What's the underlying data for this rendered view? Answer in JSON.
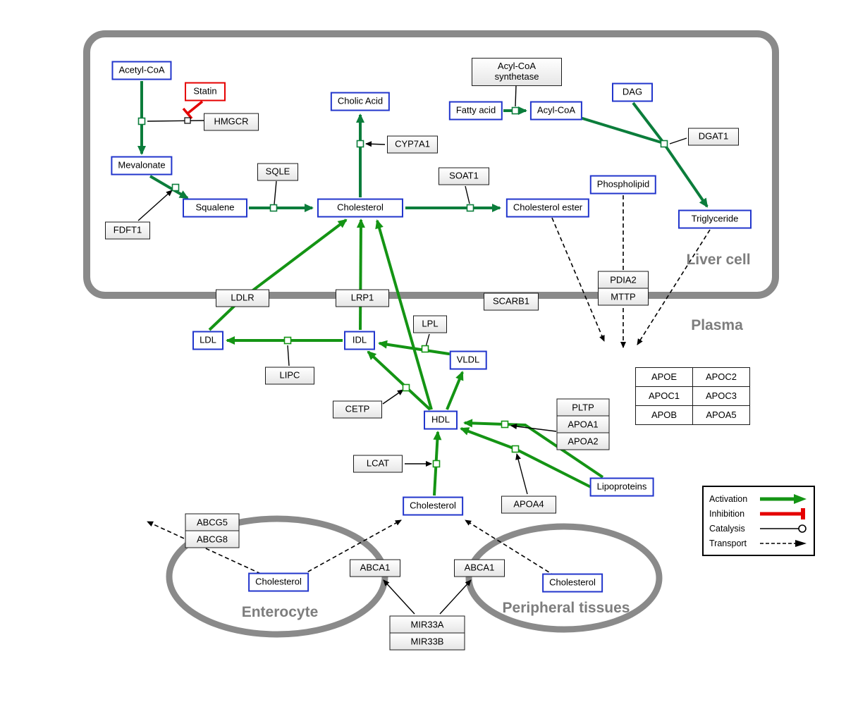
{
  "regions": {
    "liver": {
      "label": "Liver cell"
    },
    "plasma": {
      "label": "Plasma"
    },
    "enterocyte": {
      "label": "Enterocyte"
    },
    "peripheral": {
      "label": "Peripheral tissues"
    }
  },
  "nodes": {
    "acetyl_coa": {
      "label": "Acetyl-CoA"
    },
    "statin": {
      "label": "Statin"
    },
    "hmgcr": {
      "label": "HMGCR"
    },
    "mevalonate": {
      "label": "Mevalonate"
    },
    "fdft1": {
      "label": "FDFT1"
    },
    "squalene": {
      "label": "Squalene"
    },
    "sqle": {
      "label": "SQLE"
    },
    "cholesterol_liver": {
      "label": "Cholesterol"
    },
    "cholic_acid": {
      "label": "Cholic Acid"
    },
    "cyp7a1": {
      "label": "CYP7A1"
    },
    "soat1": {
      "label": "SOAT1"
    },
    "cholesterol_ester": {
      "label": "Cholesterol ester"
    },
    "fatty_acid": {
      "label": "Fatty acid"
    },
    "acyl_coa_synthetase": {
      "line1": "Acyl-CoA",
      "line2": "synthetase"
    },
    "acyl_coa": {
      "label": "Acyl-CoA"
    },
    "dag": {
      "label": "DAG"
    },
    "dgat1": {
      "label": "DGAT1"
    },
    "phospholipid": {
      "label": "Phospholipid"
    },
    "triglyceride": {
      "label": "Triglyceride"
    },
    "ldlr": {
      "label": "LDLR"
    },
    "lrp1": {
      "label": "LRP1"
    },
    "scarb1": {
      "label": "SCARB1"
    },
    "pdia2": {
      "label": "PDIA2"
    },
    "mttp": {
      "label": "MTTP"
    },
    "ldl": {
      "label": "LDL"
    },
    "idl": {
      "label": "IDL"
    },
    "lipc": {
      "label": "LIPC"
    },
    "lpl": {
      "label": "LPL"
    },
    "vldl": {
      "label": "VLDL"
    },
    "cetp": {
      "label": "CETP"
    },
    "hdl": {
      "label": "HDL"
    },
    "pltp": {
      "label": "PLTP"
    },
    "apoa1": {
      "label": "APOA1"
    },
    "apoa2": {
      "label": "APOA2"
    },
    "lcat": {
      "label": "LCAT"
    },
    "apoa4": {
      "label": "APOA4"
    },
    "lipoproteins": {
      "label": "Lipoproteins"
    },
    "cholesterol_plasma": {
      "label": "Cholesterol"
    },
    "abcg5": {
      "label": "ABCG5"
    },
    "abcg8": {
      "label": "ABCG8"
    },
    "cholesterol_enterocyte": {
      "label": "Cholesterol"
    },
    "abca1_enterocyte": {
      "label": "ABCA1"
    },
    "abca1_peripheral": {
      "label": "ABCA1"
    },
    "cholesterol_peripheral": {
      "label": "Cholesterol"
    },
    "mir33a": {
      "label": "MIR33A"
    },
    "mir33b": {
      "label": "MIR33B"
    }
  },
  "apo_table": {
    "rows": [
      [
        "APOE",
        "APOC2"
      ],
      [
        "APOC1",
        "APOC3"
      ],
      [
        "APOB",
        "APOA5"
      ]
    ]
  },
  "legend": {
    "activation": "Activation",
    "inhibition": "Inhibition",
    "catalysis": "Catalysis",
    "transport": "Transport"
  },
  "colors": {
    "activation_liver": "#0b7d3b",
    "activation_plasma": "#149414",
    "inhibition": "#e50000",
    "metabolite_border": "#2236cc",
    "compartment_outline": "#8a8a8a"
  }
}
